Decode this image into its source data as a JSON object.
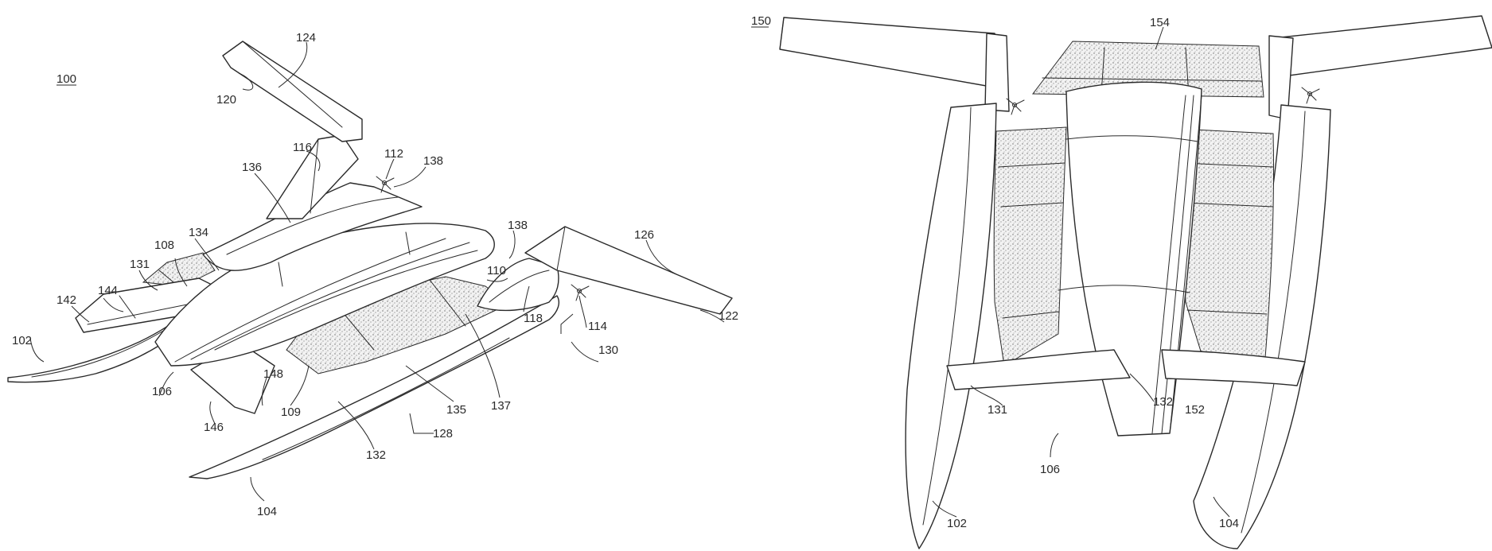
{
  "figure_left": {
    "figure_ref": "100",
    "labels": [
      "124",
      "120",
      "116",
      "112",
      "138",
      "136",
      "134",
      "108",
      "131",
      "144",
      "142",
      "102",
      "138",
      "126",
      "110",
      "122",
      "114",
      "130",
      "118",
      "137",
      "135",
      "148",
      "109",
      "106",
      "146",
      "132",
      "128",
      "104"
    ]
  },
  "figure_right": {
    "figure_ref": "150",
    "labels": [
      "154",
      "131",
      "132",
      "152",
      "106",
      "102",
      "104"
    ]
  }
}
